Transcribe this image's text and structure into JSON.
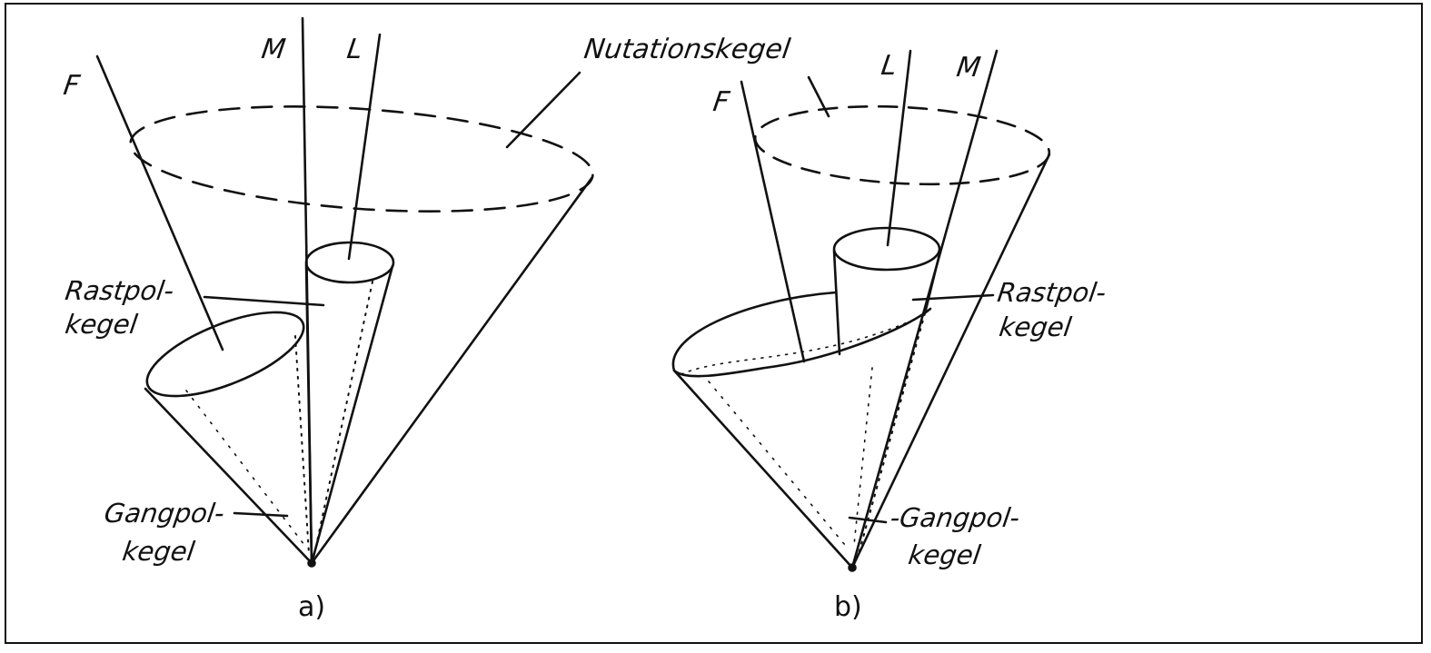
{
  "figure": {
    "panel_a": {
      "caption": "a)",
      "axes": {
        "F": "F",
        "M": "M",
        "L": "L"
      },
      "rastpol_line1": "Rastpol-",
      "rastpol_line2": "kegel",
      "gangpol_line1": "Gangpol-",
      "gangpol_line2": "kegel"
    },
    "panel_b": {
      "caption": "b)",
      "axes": {
        "F": "F",
        "L": "L",
        "M": "M"
      },
      "rastpol_line1": "Rastpol-",
      "rastpol_line2": "kegel",
      "gangpol_line1": "-Gangpol-",
      "gangpol_line2": "kegel"
    },
    "nutation_label": "Nutationskegel",
    "colors": {
      "ink": "#111111",
      "background": "#ffffff"
    }
  }
}
